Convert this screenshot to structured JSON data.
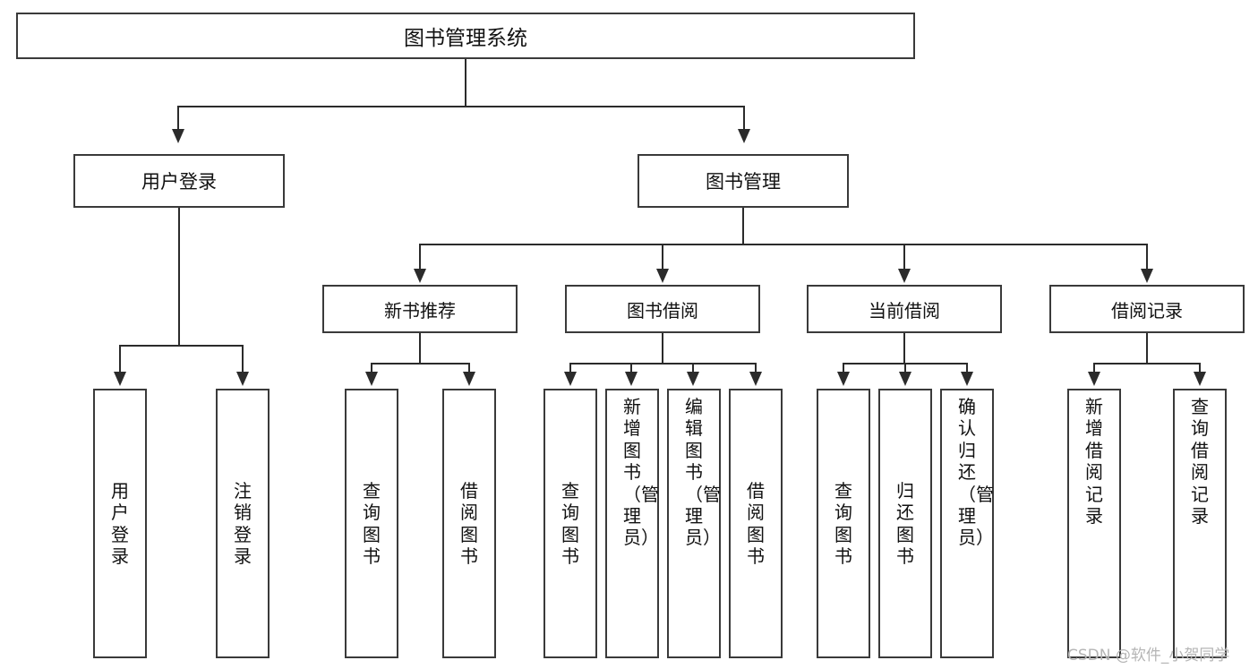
{
  "diagram": {
    "type": "tree-hierarchy",
    "title": "图书管理系统",
    "root": {
      "label": "图书管理系统"
    },
    "level1": [
      {
        "label": "用户登录"
      },
      {
        "label": "图书管理"
      }
    ],
    "level2": [
      {
        "label": "新书推荐"
      },
      {
        "label": "图书借阅"
      },
      {
        "label": "当前借阅"
      },
      {
        "label": "借阅记录"
      }
    ],
    "leaves": {
      "user_login": [
        {
          "label": "用户登录"
        },
        {
          "label": "注销登录"
        }
      ],
      "new_book_recommend": [
        {
          "label": "查询图书"
        },
        {
          "label": "借阅图书"
        }
      ],
      "book_borrow": [
        {
          "label": "查询图书"
        },
        {
          "label": "新增图书（管理员）"
        },
        {
          "label": "编辑图书（管理员）"
        },
        {
          "label": "借阅图书"
        }
      ],
      "current_borrow": [
        {
          "label": "查询图书"
        },
        {
          "label": "归还图书"
        },
        {
          "label": "确认归还（管理员）"
        }
      ],
      "borrow_record": [
        {
          "label": "新增借阅记录"
        },
        {
          "label": "查询借阅记录"
        }
      ]
    }
  },
  "watermark": {
    "text": "CSDN @软件_小贺同学"
  },
  "colors": {
    "box_border": "#3a3a3a",
    "edge": "#2b2b2b",
    "background": "#ffffff",
    "text": "#111111",
    "watermark": "#b5b5b5"
  }
}
